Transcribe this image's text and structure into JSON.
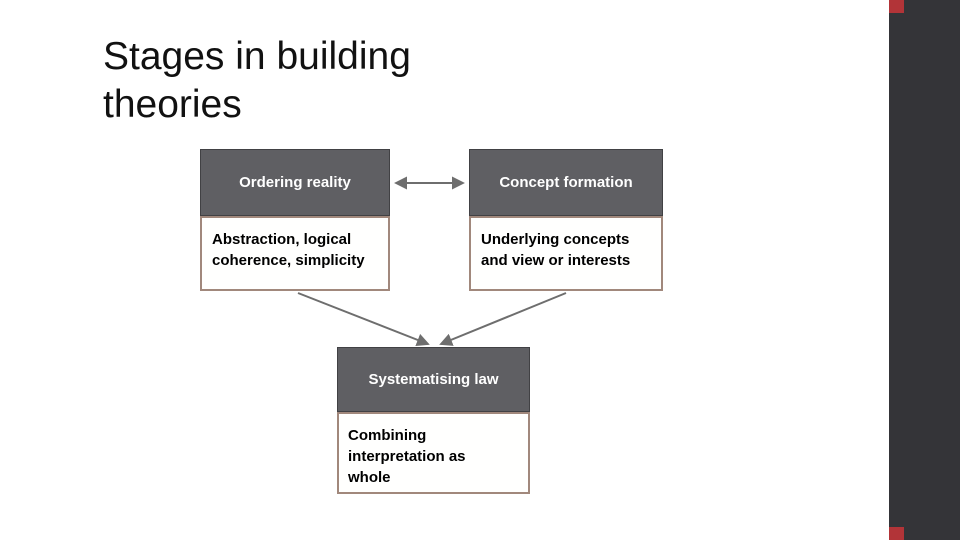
{
  "slide": {
    "title": "Stages in building\ntheories"
  },
  "diagram": {
    "nodes": [
      {
        "id": "ordering-reality",
        "header": "Ordering reality",
        "detail": "Abstraction, logical\ncoherence, simplicity"
      },
      {
        "id": "concept-formation",
        "header": "Concept formation",
        "detail": "Underlying concepts\nand view or interests"
      },
      {
        "id": "systematising-law",
        "header": "Systematising law",
        "detail": "Combining\ninterpretation as\nwhole"
      }
    ],
    "connectors": [
      {
        "id": "ordering-concept-link",
        "type": "double-headed-arrow"
      },
      {
        "id": "ordering-to-law-link",
        "type": "arrow"
      },
      {
        "id": "concept-to-law-link",
        "type": "arrow"
      }
    ]
  },
  "colors": {
    "header_fill": "#5f5f63",
    "header_border": "#414144",
    "header_text": "#ffffff",
    "detail_fill": "#fffffe",
    "detail_border": "#a1887c",
    "detail_text": "#000000",
    "connector": "#6e6e6e",
    "sidebar": "#343438",
    "accent": "#b23438",
    "title_text": "#111111",
    "background": "#ffffff"
  }
}
